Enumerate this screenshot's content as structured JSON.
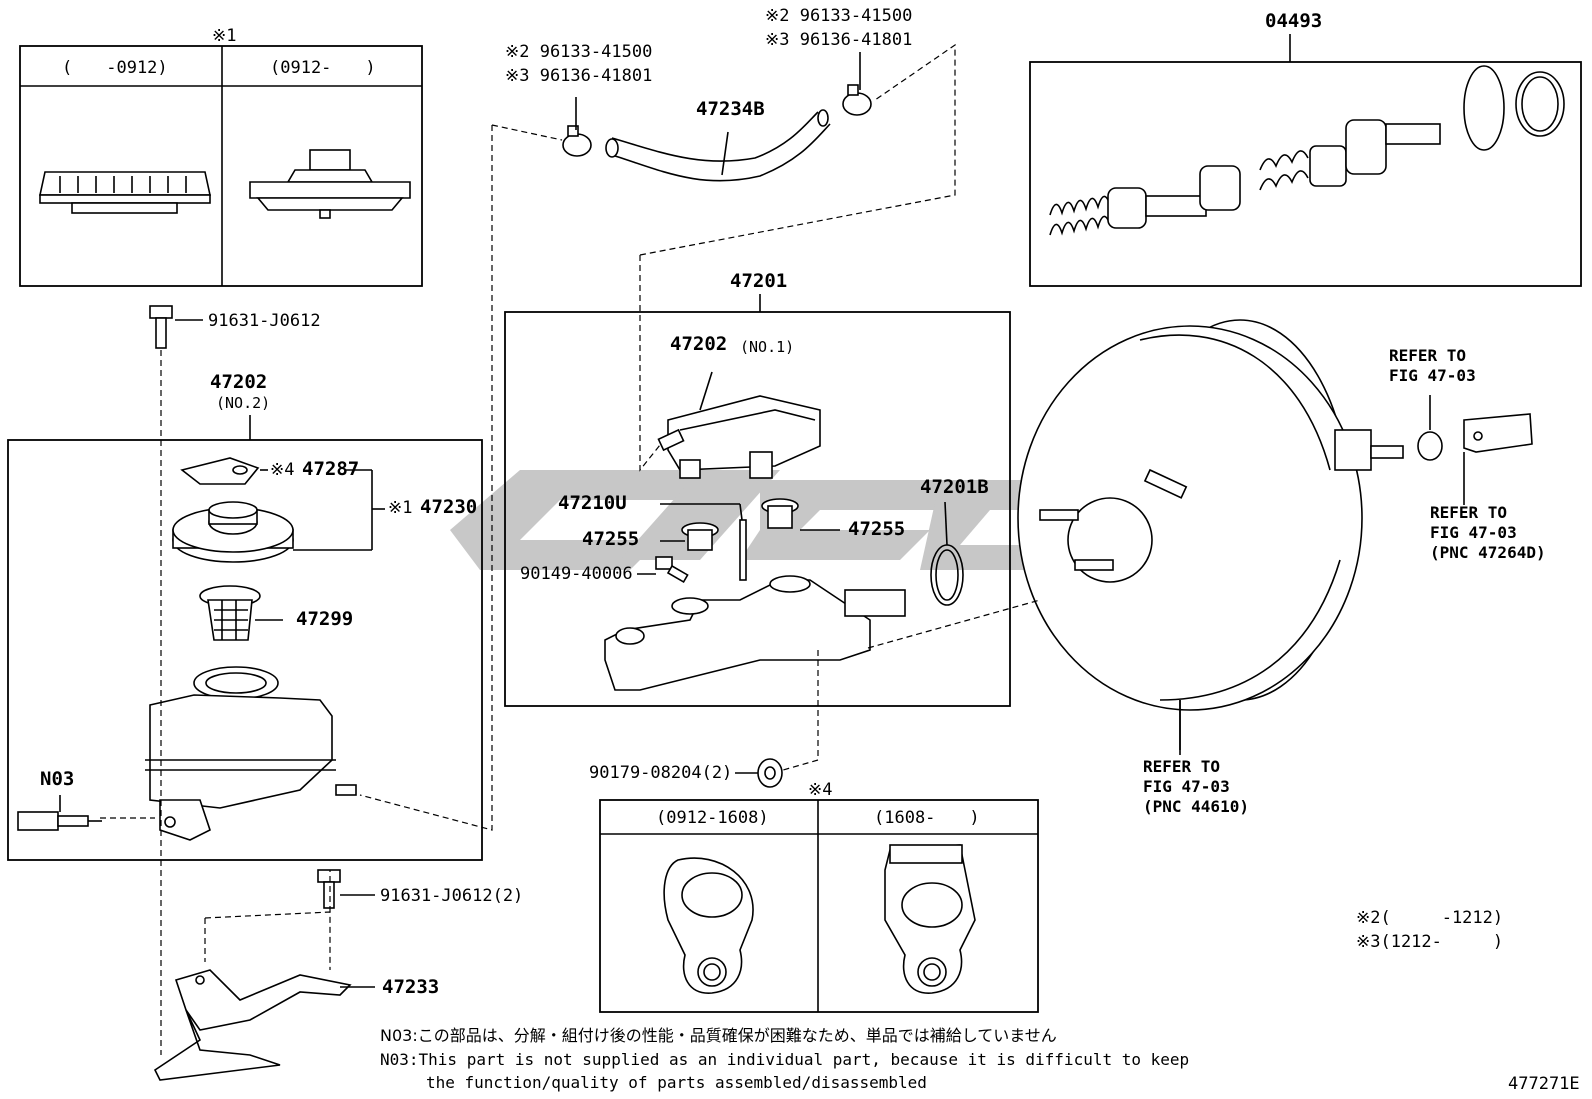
{
  "figure_code": "477271E",
  "inset1": {
    "mark": "※1",
    "col_left": "(　　-0912)",
    "col_right": "(0912-　　)"
  },
  "inset4": {
    "mark": "※4",
    "col_left": "(0912-1608)",
    "col_right": "(1608-　　)"
  },
  "kit_box": {
    "part": "04493"
  },
  "master_cyl_box": {
    "part": "47201"
  },
  "reservoir_box": {
    "part": "47202",
    "sub": "(NO.2)"
  },
  "parts": {
    "p47202_no1": "47202",
    "p47202_no1_sub": "(NO.1)",
    "p47234b": "47234B",
    "p47201b": "47201B",
    "p47210u": "47210U",
    "p47255_left": "47255",
    "p47255_right": "47255",
    "p90149": "90149-40006",
    "p90179": "90179-08204(2)",
    "p91631_top": "91631-J0612",
    "p91631_bottom": "91631-J0612(2)",
    "p47287": "47287",
    "p47287_mark": "※4",
    "p47230": "47230",
    "p47230_mark": "※1",
    "p47299": "47299",
    "n03": "N03",
    "p47233": "47233"
  },
  "clamps": {
    "left_line1": "※2 96133-41500",
    "left_line2": "※3 96136-41801",
    "right_line1": "※2 96133-41500",
    "right_line2": "※3 96136-41801"
  },
  "refs": {
    "ref_top": "REFER TO\nFIG 47-03",
    "ref_pnc47264d": "REFER TO\nFIG 47-03\n(PNC 47264D)",
    "ref_pnc44610": "REFER TO\nFIG 47-03\n(PNC 44610)"
  },
  "legend": {
    "line2": "※2(　　　-1212)",
    "line3": "※3(1212-　　　)"
  },
  "notes": {
    "jp": "N03:この部品は、分解・組付け後の性能・品質確保が困難なため、単品では補給していません",
    "en1": "N03:This part is not supplied as an individual part, because it is difficult to keep",
    "en2": "the function/quality of parts assembled/disassembled"
  }
}
